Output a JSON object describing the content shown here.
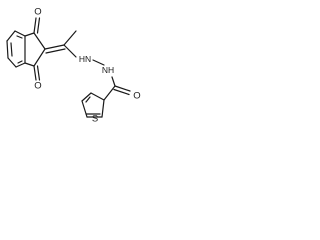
{
  "molecule": {
    "atoms": {
      "O_top": "O",
      "O_bottom": "O",
      "O_amide": "O",
      "N_hydrazine_1": "HN",
      "N_hydrazine_2": "NH",
      "S_thiophene": "S"
    }
  },
  "colors": {
    "bond": "#1a1a1a",
    "label": "#1a1a1a",
    "background": "#ffffff"
  }
}
